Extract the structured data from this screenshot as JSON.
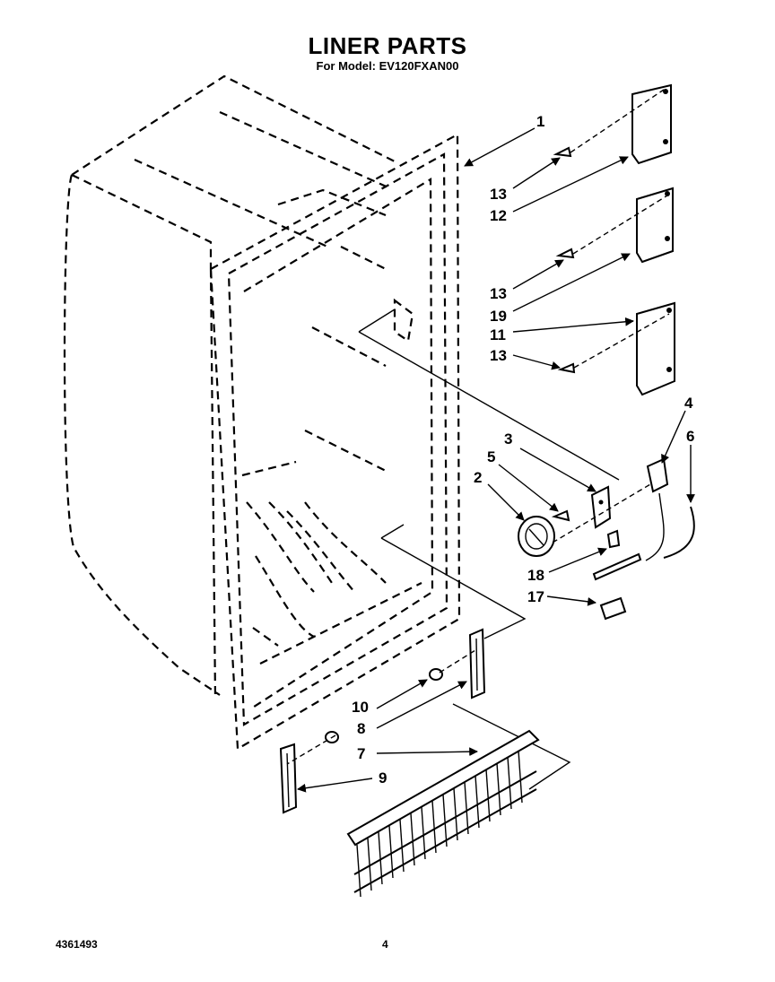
{
  "header": {
    "title": "LINER PARTS",
    "subtitle": "For Model: EV120FXAN00"
  },
  "footer": {
    "doc_number": "4361493",
    "page_number": "4"
  },
  "callouts": {
    "c1": "1",
    "c13a": "13",
    "c12": "12",
    "c13b": "13",
    "c19": "19",
    "c11": "11",
    "c13c": "13",
    "c4": "4",
    "c6": "6",
    "c3": "3",
    "c5": "5",
    "c2": "2",
    "c18": "18",
    "c17": "17",
    "c10": "10",
    "c8": "8",
    "c7": "7",
    "c9": "9"
  }
}
